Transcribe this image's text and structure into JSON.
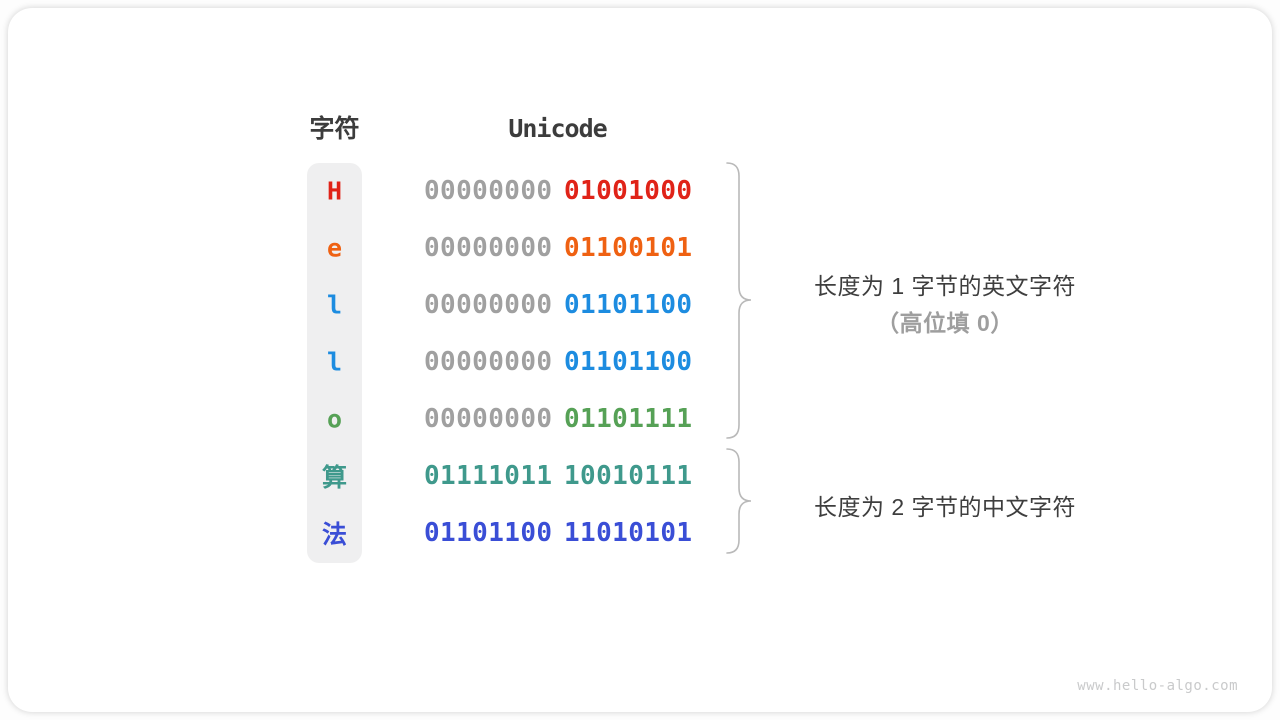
{
  "table": {
    "header_char": "字符",
    "header_unicode": "Unicode",
    "rows": [
      {
        "char": "H",
        "byte1": "00000000",
        "byte2": "01001000",
        "char_color": "#e02318",
        "byte1_color": "#a0a0a0",
        "byte2_color": "#e02318"
      },
      {
        "char": "e",
        "byte1": "00000000",
        "byte2": "01100101",
        "char_color": "#ef6112",
        "byte1_color": "#a0a0a0",
        "byte2_color": "#ef6112"
      },
      {
        "char": "l",
        "byte1": "00000000",
        "byte2": "01101100",
        "char_color": "#1d8ce0",
        "byte1_color": "#a0a0a0",
        "byte2_color": "#1d8ce0"
      },
      {
        "char": "l",
        "byte1": "00000000",
        "byte2": "01101100",
        "char_color": "#1d8ce0",
        "byte1_color": "#a0a0a0",
        "byte2_color": "#1d8ce0"
      },
      {
        "char": "o",
        "byte1": "00000000",
        "byte2": "01101111",
        "char_color": "#56a156",
        "byte1_color": "#a0a0a0",
        "byte2_color": "#56a156"
      },
      {
        "char": "算",
        "byte1": "01111011",
        "byte2": "10010111",
        "char_color": "#3f998c",
        "byte1_color": "#3f998c",
        "byte2_color": "#3f998c"
      },
      {
        "char": "法",
        "byte1": "01101100",
        "byte2": "11010101",
        "char_color": "#3a4ed6",
        "byte1_color": "#3a4ed6",
        "byte2_color": "#3a4ed6"
      }
    ]
  },
  "annotations": {
    "group1_line1": "长度为 1 字节的英文字符",
    "group1_line2": "（高位填 0）",
    "group2_line1": "长度为 2 字节的中文字符"
  },
  "colors": {
    "column_bg": "#efeff0",
    "header_text": "#3c3c3c",
    "gray_bits": "#a0a0a0",
    "brace": "#b9b9b9",
    "note_text": "#3e3e3e",
    "note_sub_text": "#9e9e9e",
    "watermark_text": "#c9cacb"
  },
  "footer": {
    "watermark": "www.hello-algo.com"
  }
}
